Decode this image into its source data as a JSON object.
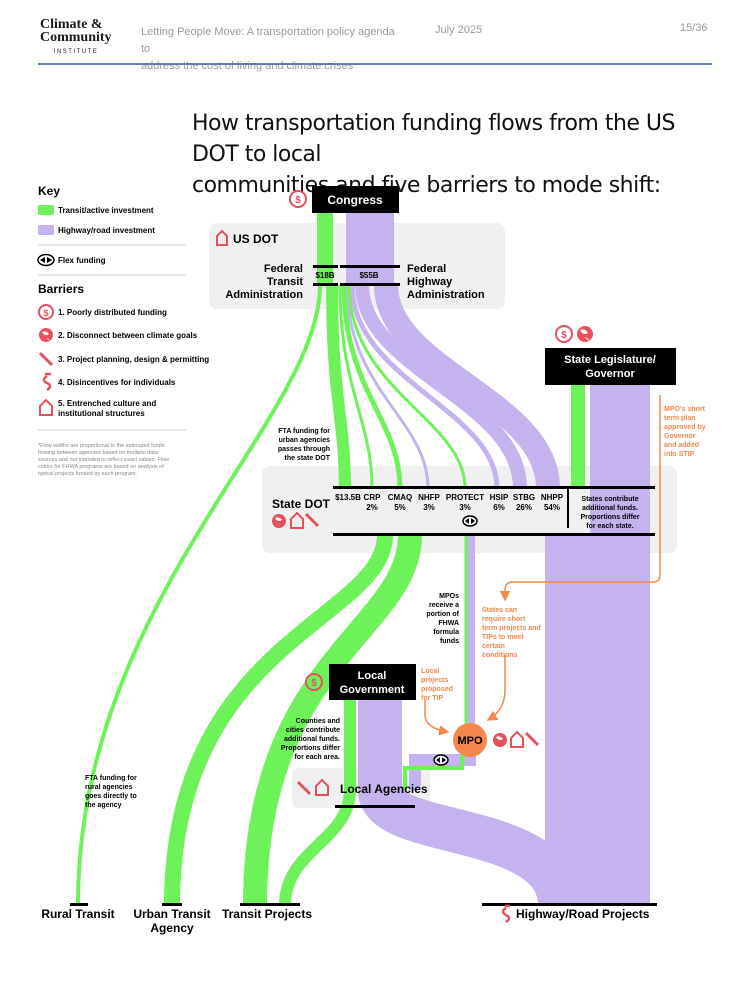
{
  "header": {
    "logo_line1": "Climate &",
    "logo_line2": "Community",
    "logo_line3": "INSTITUTE",
    "subtitle_line1": "Letting People Move: A transportation policy agenda to",
    "subtitle_line2": "address the cost of living and climate crises",
    "date": "July 2025",
    "page": "15/36"
  },
  "title_line1": "How transportation funding flows from the US DOT to local",
  "title_line2": "communities and five barriers to mode shift:",
  "key": {
    "heading": "Key",
    "transit": "Transit/active investment",
    "highway": "Highway/road investment",
    "flex": "Flex funding"
  },
  "barriers": {
    "heading": "Barriers",
    "b1": "1. Poorly distributed funding",
    "b2": "2. Disconnect between climate goals",
    "b3": "3. Project planning, design & permitting",
    "b4": "4. Disincentives for individuals",
    "b5_line1": "5. Entrenched culture and",
    "b5_line2": "institutional structures"
  },
  "footnote": [
    "*Flow widths are proportional to the estimated funds",
    "flowing between agencies based on multiple data",
    "sources and not intended to reflect exact values. Flow",
    "colors for FHWA programs are based on analysis of",
    "typical projects funded by each program."
  ],
  "nodes": {
    "congress": "Congress",
    "usdot": "US DOT",
    "fta": [
      "Federal",
      "Transit",
      "Administration"
    ],
    "fhwa": [
      "Federal",
      "Highway",
      "Administration"
    ],
    "fta_amount": "$18B",
    "fhwa_amount": "$55B",
    "state_leg": [
      "State Legislature/",
      "Governor"
    ],
    "state_dot": "State DOT",
    "local_gov": [
      "Local",
      "Government"
    ],
    "mpo": "MPO",
    "local_agencies": "Local Agencies",
    "rural_transit": "Rural Transit",
    "urban_transit": [
      "Urban Transit",
      "Agency"
    ],
    "transit_projects": "Transit Projects",
    "highway_projects": "Highway/Road Projects"
  },
  "programs": [
    {
      "name": "$13.5B",
      "pct": ""
    },
    {
      "name": "CRP",
      "pct": "2%"
    },
    {
      "name": "CMAQ",
      "pct": "5%"
    },
    {
      "name": "NHFP",
      "pct": "3%"
    },
    {
      "name": "PROTECT",
      "pct": "3%"
    },
    {
      "name": "HSIP",
      "pct": "6%"
    },
    {
      "name": "STBG",
      "pct": "26%"
    },
    {
      "name": "NHPP",
      "pct": "54%"
    }
  ],
  "notes": {
    "fta_urban": [
      "FTA funding for",
      "urban agencies",
      "passes through",
      "the state DOT"
    ],
    "states_contribute": [
      "States contribute",
      "additional funds.",
      "Proportions differ",
      "for each state."
    ],
    "mpo_short_term": [
      "MPO's short",
      "term plan",
      "approved by",
      "Governor",
      "and added",
      "into STIP"
    ],
    "mpos_receive": [
      "MPOs",
      "receive a",
      "portion of",
      "FHWA",
      "formula",
      "funds"
    ],
    "states_require": [
      "States can",
      "require short",
      "term projects and",
      "TIPs to meet",
      "certain",
      "conditions"
    ],
    "local_projects": [
      "Local",
      "projects",
      "proposed",
      "for TIP"
    ],
    "counties": [
      "Counties and",
      "cities contribute",
      "additional funds.",
      "Proportions differ",
      "for each area."
    ],
    "fta_rural": [
      "FTA funding for",
      "rural agencies",
      "goes directly to",
      "the agency"
    ]
  },
  "colors": {
    "transit": "#6ef25a",
    "highway": "#c4b3ef",
    "barrier": "#e8505b",
    "orange": "#f4874b",
    "black": "#000000",
    "panel": "#f0f0f0"
  }
}
